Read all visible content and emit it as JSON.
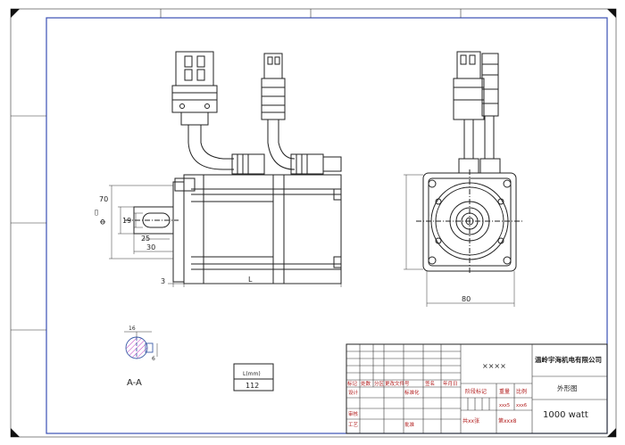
{
  "dims": {
    "shaft_dia": "Φ",
    "key_width": "19",
    "flange_height": "70",
    "key_len": "25",
    "shaft_len": "30",
    "flange_thick": "3",
    "body_len": "L",
    "flange_width": "80",
    "key_w": "16",
    "key_depth": "6"
  },
  "section_label": "A-A",
  "length_table": {
    "header": "L(mm)",
    "value": "112"
  },
  "title_block": {
    "company": "温岭宇海机电有限公司",
    "drawing_no": "××××",
    "drawing_name": "外形图",
    "power": "1000 watt",
    "mark_cols": [
      "标记",
      "处数",
      "分区",
      "更改文件号",
      "签名",
      "年月日"
    ],
    "design": "设计",
    "standardize": "标准化",
    "review": "审核",
    "process": "工艺",
    "approve": "批准",
    "stage_mark": "阶段标记",
    "weight": "重量",
    "scale": "比例",
    "weight_val": "xxx5",
    "scale_val": "xxx6",
    "sheet_total": "共xx张",
    "sheet_no": "第xxx8"
  }
}
